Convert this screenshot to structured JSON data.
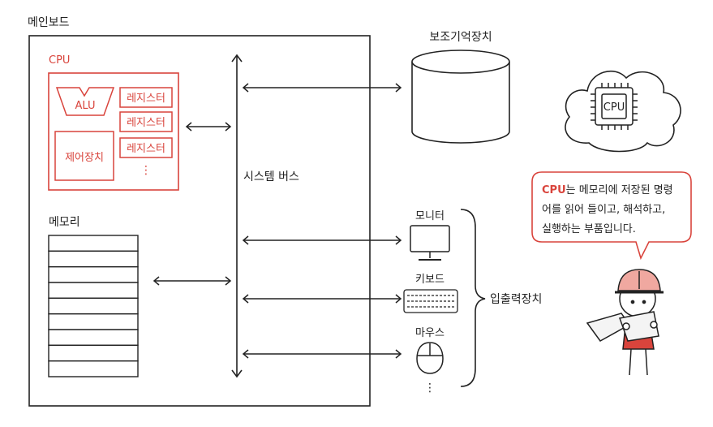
{
  "mainboard": {
    "title": "메인보드",
    "cpu": {
      "title": "CPU",
      "alu": "ALU",
      "control_unit": "제어장치",
      "registers": [
        "레지스터",
        "레지스터",
        "레지스터"
      ],
      "more": "⋮"
    },
    "memory": {
      "title": "메모리",
      "rows": 9
    },
    "system_bus": "시스템 버스"
  },
  "storage": {
    "title": "보조기억장치"
  },
  "io": {
    "group_label": "입출력장치",
    "devices": [
      "모니터",
      "키보드",
      "마우스"
    ],
    "more": "⋮"
  },
  "cpu_chip_label": "CPU",
  "speech": {
    "highlight": "CPU",
    "line1_rest": "는 메모리에 저장된 명령",
    "line2": "어를 읽어 들이고, 해석하고,",
    "line3": "실행하는 부품입니다."
  },
  "colors": {
    "accent": "#d9443c",
    "ink": "#222222"
  }
}
